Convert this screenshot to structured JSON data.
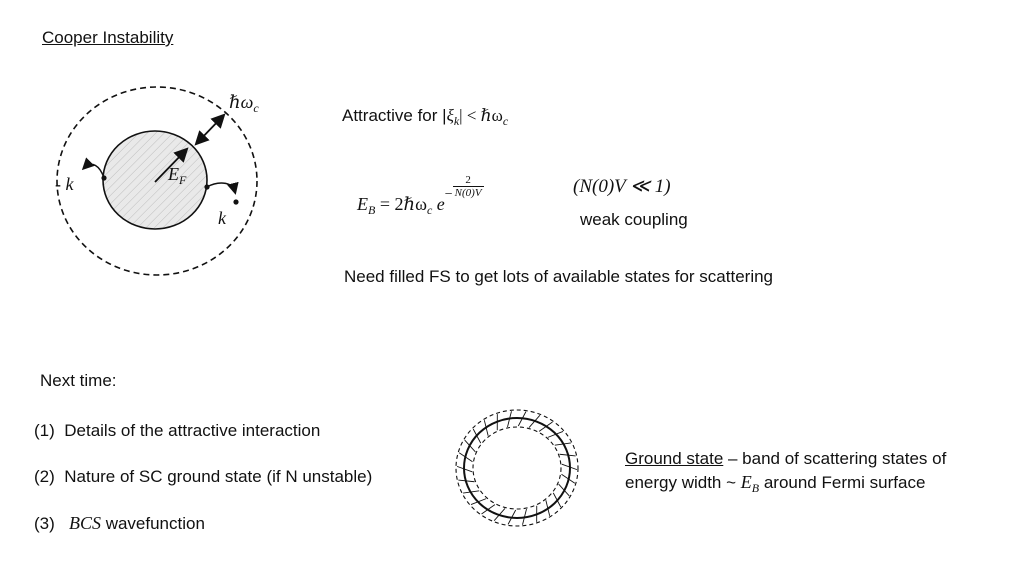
{
  "slide": {
    "title": "Cooper Instability",
    "attractive": {
      "prefix": "Attractive for |",
      "xi": "ξ",
      "xi_sub": "k",
      "rel": "| < ℏω",
      "rel_sub": "c"
    },
    "binding": {
      "lhs": "E",
      "lhs_sub": "B",
      "mid": " = 2ℏω",
      "mid_sub": "c",
      "exp_base": " e",
      "exp_minus": "−",
      "frac_num": "2",
      "frac_den": "N(0)V"
    },
    "condition": "(N(0)V ≪ 1)",
    "weak_coupling": "weak coupling",
    "need_filled": "Need filled FS to get lots of available states for scattering",
    "next_time": "Next time:",
    "list": [
      {
        "num": "(1)",
        "text": "Details of the attractive interaction"
      },
      {
        "num": "(2)",
        "text": "Nature of SC ground state (if N unstable)"
      },
      {
        "num": "(3)",
        "math": "BCS",
        "text": " wavefunction"
      }
    ],
    "ground_state": {
      "label": "Ground state",
      "line1_rest": " – band of scattering states of",
      "line2_prefix": "energy width ~ ",
      "eb": "E",
      "eb_sub": "B",
      "line2_suffix": " around Fermi surface"
    },
    "diagram": {
      "hbar_omega": "ℏω",
      "hbar_omega_sub": "c",
      "ef": "E",
      "ef_sub": "F",
      "minus_k": "- k",
      "k": "k"
    }
  },
  "colors": {
    "text": "#111111",
    "fermi_fill": "#e9e9e9"
  }
}
